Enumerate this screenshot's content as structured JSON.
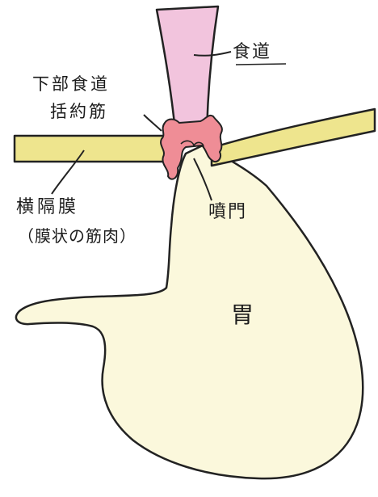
{
  "labels": {
    "esophagus": "食道",
    "les_line1": "下部食道",
    "les_line2": "括約筋",
    "diaphragm_line1": "横隔膜",
    "diaphragm_line2": "（膜状の筋肉）",
    "cardia": "噴門",
    "stomach": "胃"
  },
  "colors": {
    "esophagus_fill": "#f2c4dd",
    "sphincter_fill": "#ef8d96",
    "diaphragm_fill": "#eee58e",
    "stomach_fill": "#fbf8dc",
    "outline": "#222222"
  }
}
